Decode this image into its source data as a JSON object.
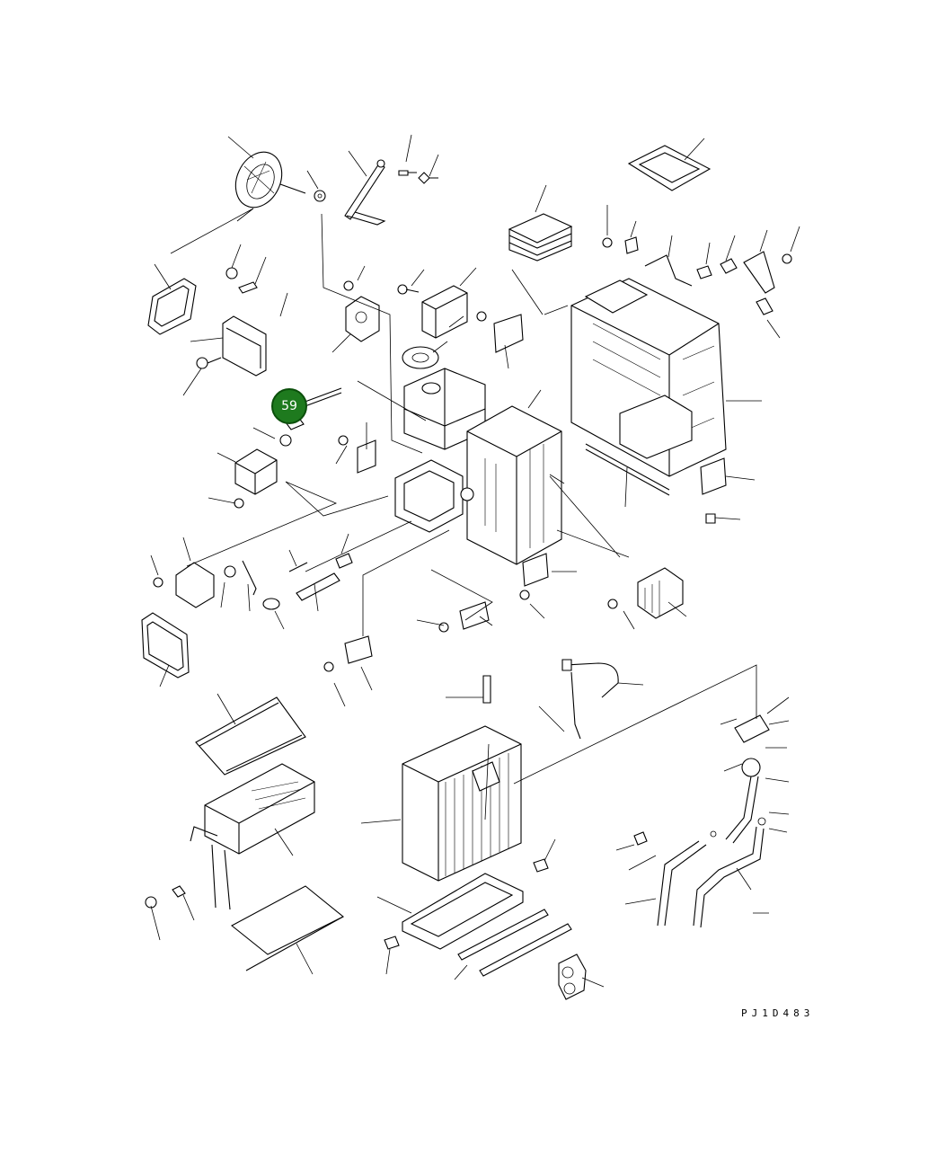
{
  "diagram": {
    "type": "exploded-parts-diagram",
    "highlighted_callout": "59",
    "callout_color": "#1e7a1e",
    "drawing_code": "PJ1D483"
  }
}
